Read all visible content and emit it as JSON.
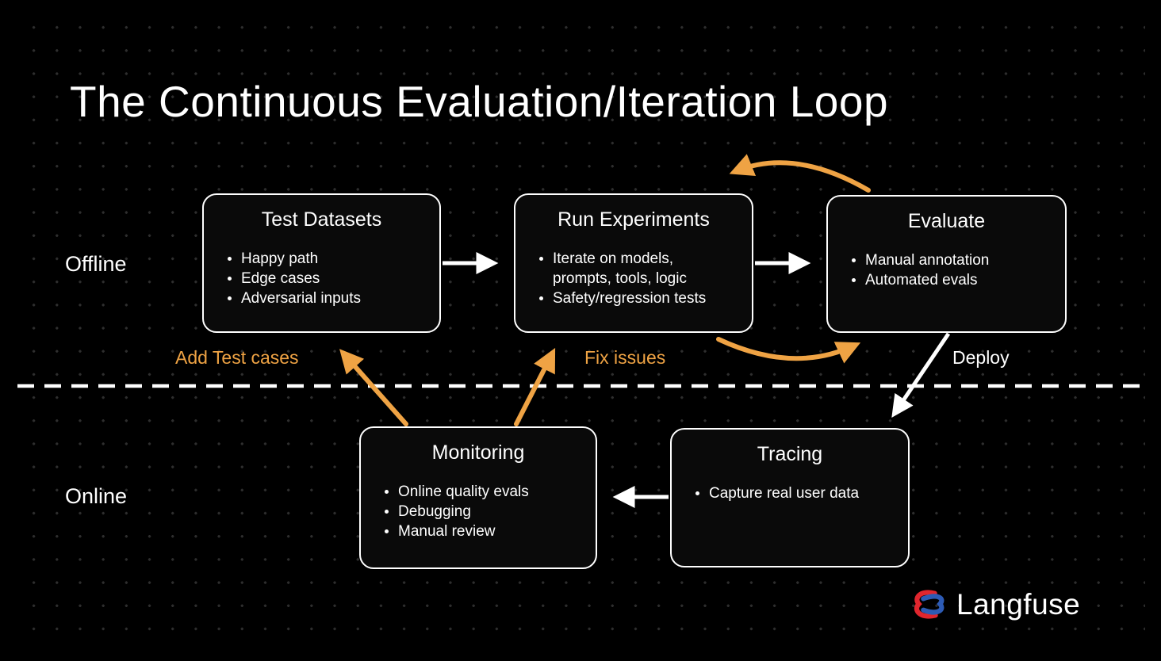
{
  "slide": {
    "title": "The Continuous Evaluation/Iteration Loop",
    "offline_label": "Offline",
    "online_label": "Online",
    "colors": {
      "background": "#000000",
      "box_border": "#ffffff",
      "text": "#ffffff",
      "accent_orange": "#EFA344",
      "logo_red": "#E0262E",
      "logo_blue": "#2D5BB5"
    }
  },
  "boxes": [
    {
      "id": "test-datasets",
      "title": "Test Datasets",
      "bullets": [
        "Happy path",
        "Edge cases",
        "Adversarial inputs"
      ]
    },
    {
      "id": "run-experiments",
      "title": "Run Experiments",
      "bullets": [
        "Iterate on models,\nprompts, tools, logic",
        "Safety/regression tests"
      ]
    },
    {
      "id": "evaluate",
      "title": "Evaluate",
      "bullets": [
        "Manual annotation",
        "Automated evals"
      ]
    },
    {
      "id": "monitoring",
      "title": "Monitoring",
      "bullets": [
        "Online quality evals",
        "Debugging",
        "Manual review"
      ]
    },
    {
      "id": "tracing",
      "title": "Tracing",
      "bullets": [
        "Capture real user data"
      ]
    }
  ],
  "arrow_labels": {
    "add_test_cases": "Add Test cases",
    "fix_issues": "Fix issues",
    "deploy": "Deploy"
  },
  "logo": {
    "text": "Langfuse"
  }
}
